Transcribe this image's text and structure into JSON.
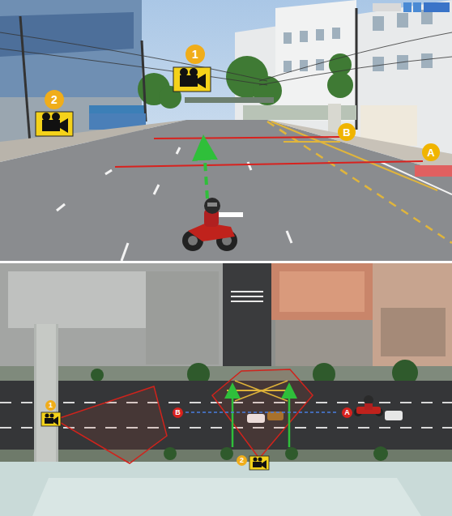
{
  "diagram": {
    "labels": [
      "1",
      "2",
      "B",
      "A",
      "1",
      "2",
      "B",
      "A"
    ]
  }
}
